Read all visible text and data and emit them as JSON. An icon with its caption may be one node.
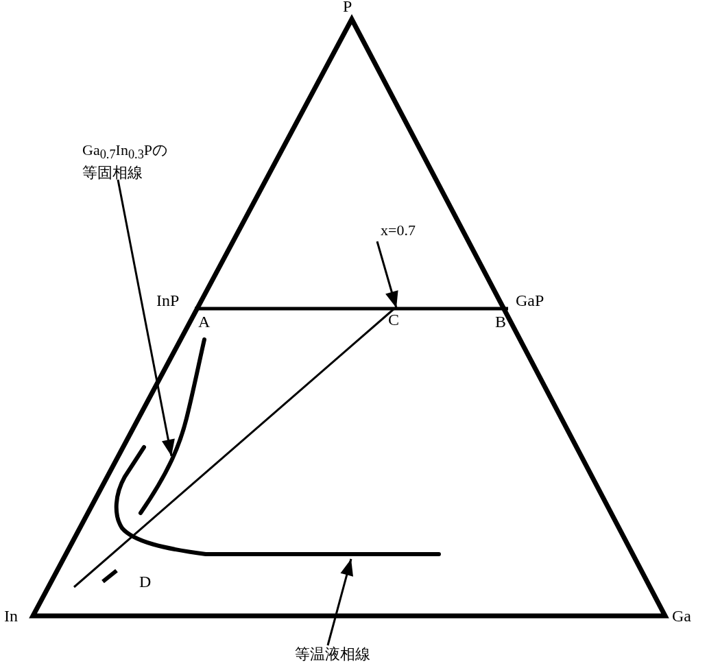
{
  "diagram": {
    "nodes": [
      {
        "text": [
          "Ga$_{0.7}$In$_{0.3}$Pの等固相線"
        ]
      },
      {
        "text": [],
        "shape": "curve"
      },
      {
        "text": [
          "x=0.7"
        ]
      },
      {
        "text": [
          "C"
        ]
      },
      {
        "text": [],
        "shape": "curve"
      },
      {
        "text": [
          "等温液相線"
        ]
      }
    ],
    "edges": [
      {
        "from": 0,
        "to": 1,
        "arrow": "to"
      },
      {
        "from": 2,
        "to": 3,
        "arrow": "to"
      },
      {
        "from": 5,
        "to": 4,
        "arrow": "to"
      }
    ],
    "labels": [
      "P",
      "InP",
      "GaP",
      "A",
      "B",
      "D",
      "In",
      "Ga"
    ]
  }
}
